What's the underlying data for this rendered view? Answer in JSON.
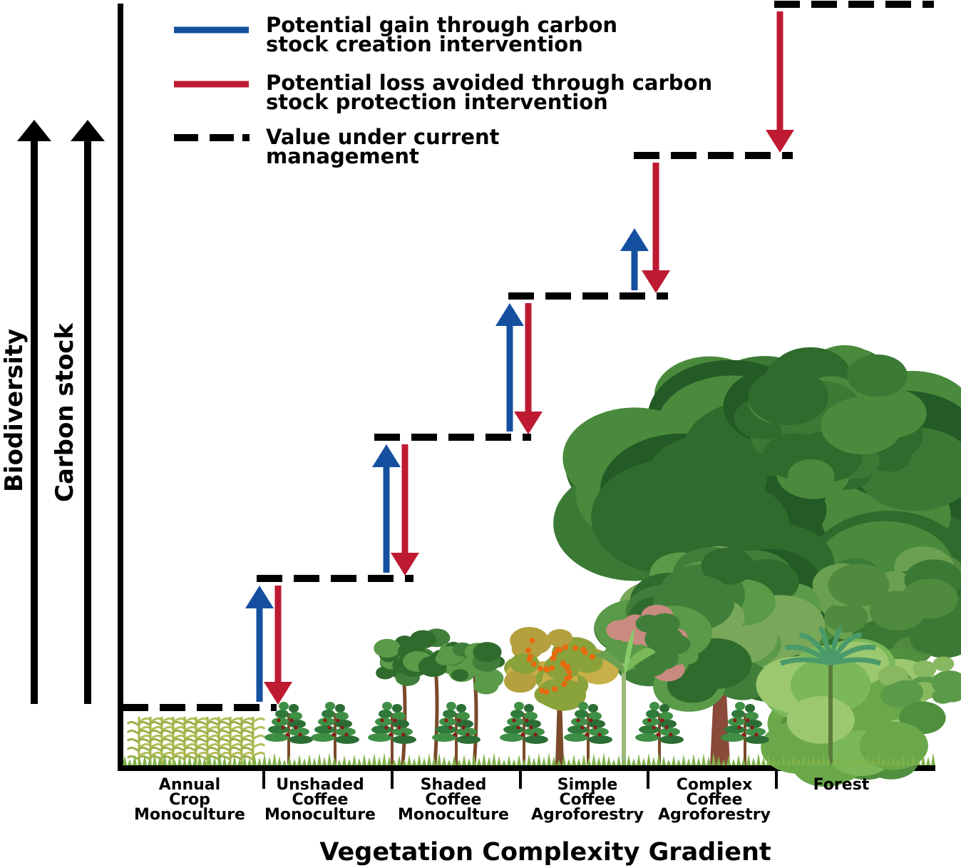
{
  "legend": {
    "gain": {
      "label": "Potential gain through carbon\nstock creation intervention",
      "color": "#1550a0"
    },
    "loss": {
      "label": "Potential loss avoided through carbon\nstock protection intervention",
      "color": "#be1a32"
    },
    "current": {
      "label": "Value under current\nmanagement",
      "color": "#000000"
    }
  },
  "y_axis_titles": {
    "biodiversity": "Biodiversity",
    "carbon": "Carbon stock"
  },
  "x_axis_title": "Vegetation Complexity Gradient",
  "categories": [
    {
      "label": "Annual\nCrop\nMonoculture",
      "level": 0,
      "vegetation": "crop"
    },
    {
      "label": "Unshaded\nCoffee\nMonoculture",
      "level": 1,
      "vegetation": "coffee"
    },
    {
      "label": "Shaded\nCoffee\nMonoculture",
      "level": 2,
      "vegetation": "shaded-coffee"
    },
    {
      "label": "Simple\nCoffee\nAgroforestry",
      "level": 3,
      "vegetation": "simple-agroforestry"
    },
    {
      "label": "Complex\nCoffee\nAgroforestry",
      "level": 4,
      "vegetation": "complex-agroforestry"
    },
    {
      "label": "Forest",
      "level": 5,
      "vegetation": "forest"
    }
  ]
}
